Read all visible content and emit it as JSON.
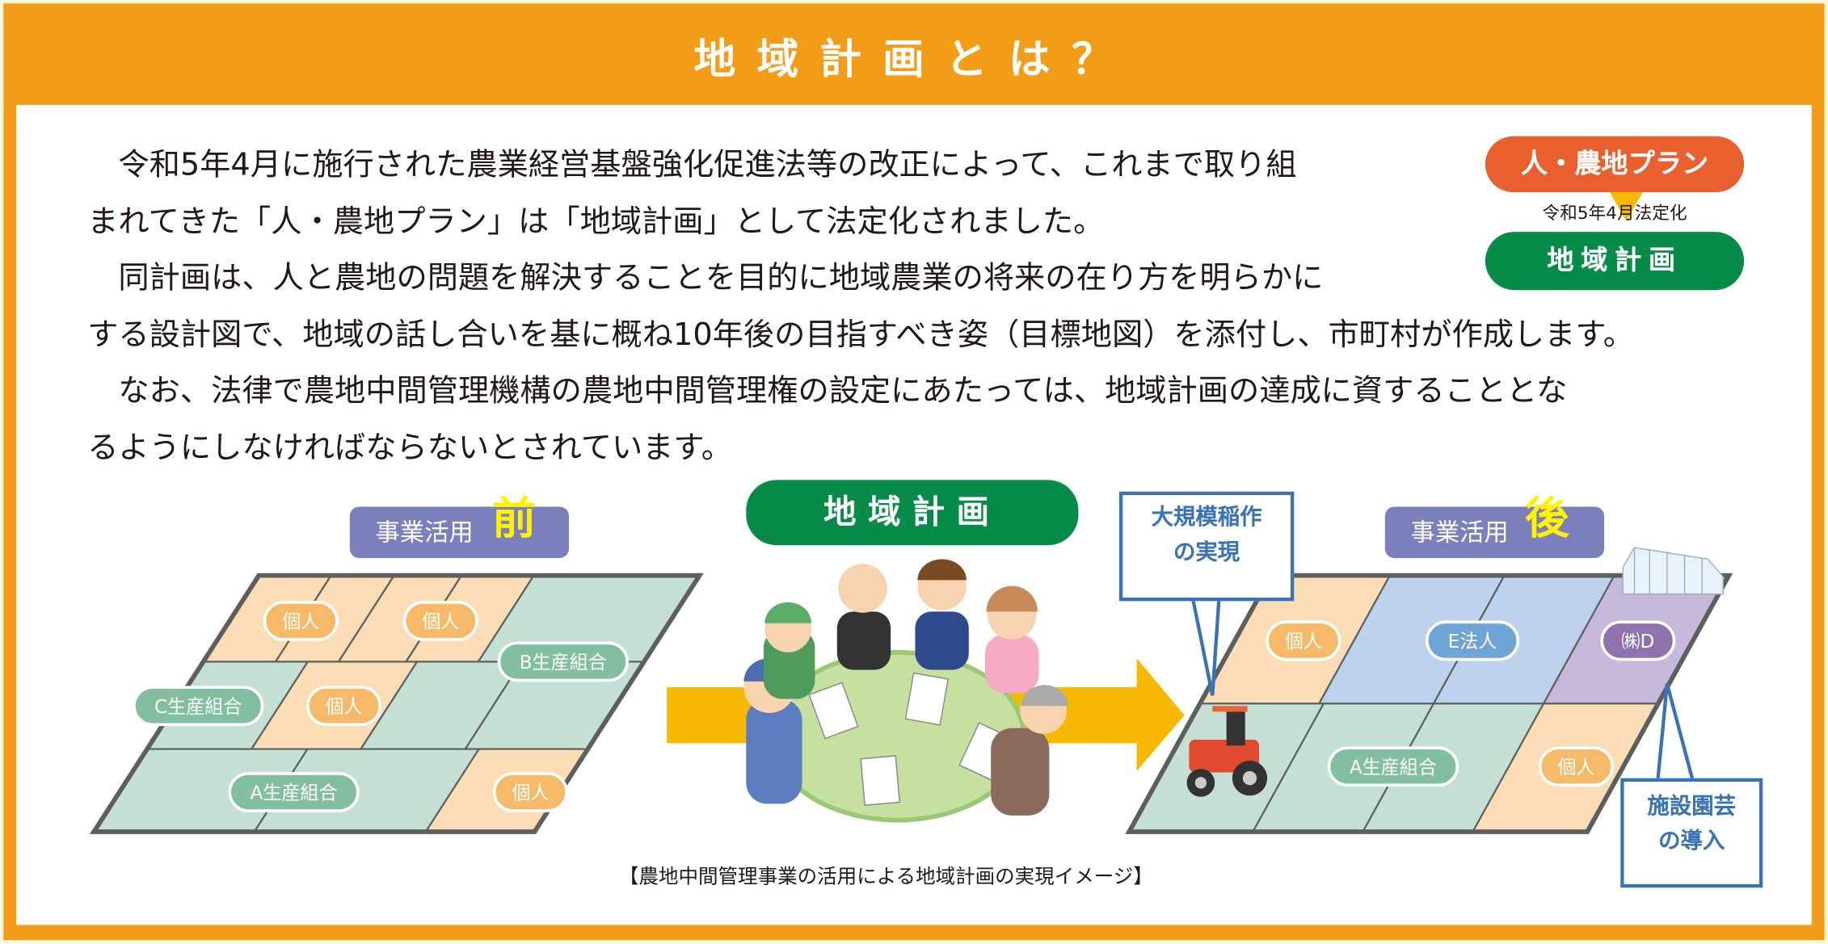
{
  "title": "地域計画とは？",
  "body_lines": [
    "　令和5年4月に施行された農業経営基盤強化促進法等の改正によって、これまで取り組",
    "まれてきた「人・農地プラン」は「地域計画」として法定化されました。",
    "　同計画は、人と農地の問題を解決することを目的に地域農業の将来の在り方を明らかに",
    "する設計図で、地域の話し合いを基に概ね10年後の目指すべき姿（目標地図）を添付し、市町村が作成します。",
    "　なお、法律で農地中間管理機構の農地中間管理権の設定にあたっては、地域計画の達成に資することとな",
    "るようにしなければならないとされています。"
  ],
  "side_box": {
    "old_name": "人・農地プラン",
    "change_note": "令和5年4月法定化",
    "new_name": "地域計画"
  },
  "meeting_label": "地域計画",
  "before": {
    "label_prefix": "事業活用",
    "label_em": "前",
    "plots": [
      "個人",
      "個人",
      "B生産組合",
      "C生産組合",
      "個人",
      "A生産組合",
      "個人"
    ]
  },
  "after": {
    "label_prefix": "事業活用",
    "label_em": "後",
    "plots": [
      "個人",
      "E法人",
      "㈱D",
      "A生産組合",
      "個人"
    ]
  },
  "callouts": {
    "rice": [
      "大規模稲作",
      "の実現"
    ],
    "greenhouse": [
      "施設園芸",
      "の導入"
    ]
  },
  "caption": "【農地中間管理事業の活用による地域計画の実現イメージ】",
  "colors": {
    "orange": "#F39C18",
    "plan_orange": "#EA5F2E",
    "plan_green": "#078B48",
    "arrow_yellow": "#F6B800",
    "individual": "#F6B968",
    "group": "#82BFA1",
    "corp": "#6EA4D6",
    "company": "#8E72AE"
  }
}
